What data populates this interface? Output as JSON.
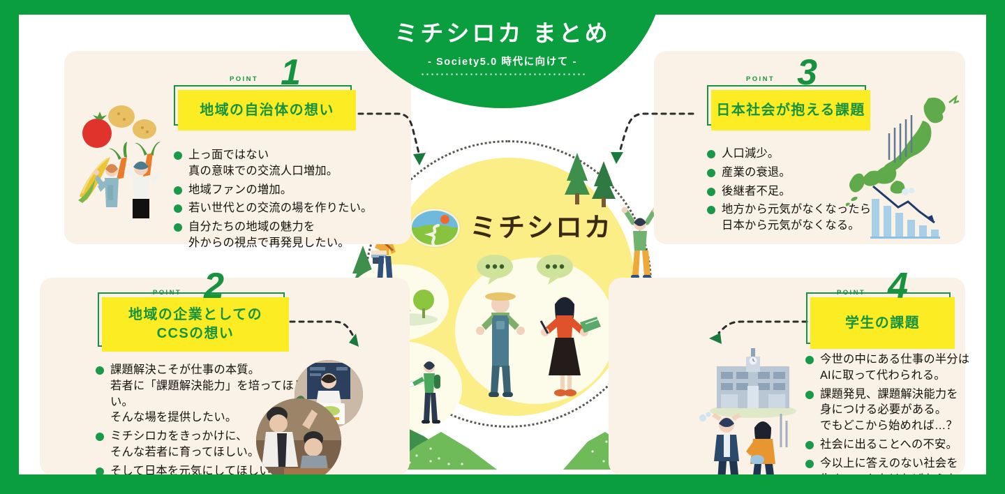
{
  "theme": {
    "brand_green": "#0b9e3f",
    "title_green": "#17923f",
    "yellow": "#fbec23",
    "panel_cream": "#faf2e6",
    "blob_yellow": "#fbee86",
    "bullet_green": "#1a9949"
  },
  "header": {
    "title": "ミチシロカ まとめ",
    "subtitle": "- Society5.0 時代に向けて -"
  },
  "center": {
    "logo_text": "ミチシロカ",
    "logo_icon": "michishiroka-landscape-logo"
  },
  "points": [
    {
      "label": "POINT",
      "number": "1",
      "title": "地域の自治体の想い",
      "bullets": [
        "上っ面ではない\n真の意味での交流人口増加。",
        "地域ファンの増加。",
        "若い世代との交流の場を作りたい。",
        "自分たちの地域の魅力を\n外からの視点で再発見したい。"
      ]
    },
    {
      "label": "POINT",
      "number": "2",
      "title": "地域の企業としての\nCCSの想い",
      "bullets": [
        "課題解決こそが仕事の本質。\n若者に「課題解決能力」を培ってほしい。\nそんな場を提供したい。",
        "ミチシロカをきっかけに、\nそんな若者に育ってほしい。",
        "そして日本を元気にしてほしい！"
      ]
    },
    {
      "label": "POINT",
      "number": "3",
      "title": "日本社会が抱える課題",
      "bullets": [
        "人口減少。",
        "産業の衰退。",
        "後継者不足。",
        "地方から元気がなくなったら\n日本から元気がなくなる。"
      ]
    },
    {
      "label": "POINT",
      "number": "4",
      "title": "学生の課題",
      "bullets": [
        "今世の中にある仕事の半分は\nAIに取って代わられる。",
        "課題発見、課題解決能力を\n身につける必要がある。\nでもどこから始めれば…？",
        "社会に出ることへの不安。",
        "今以上に答えのない社会を\n生きていかなければならない。"
      ]
    }
  ],
  "illustrations": {
    "point1": "farmers-with-vegetables-illustration",
    "point2": "workshop-photos",
    "point3": "japan-map-and-declining-chart",
    "point4": "school-building-and-worried-students",
    "center": "people-nature-conversation-illustration"
  }
}
